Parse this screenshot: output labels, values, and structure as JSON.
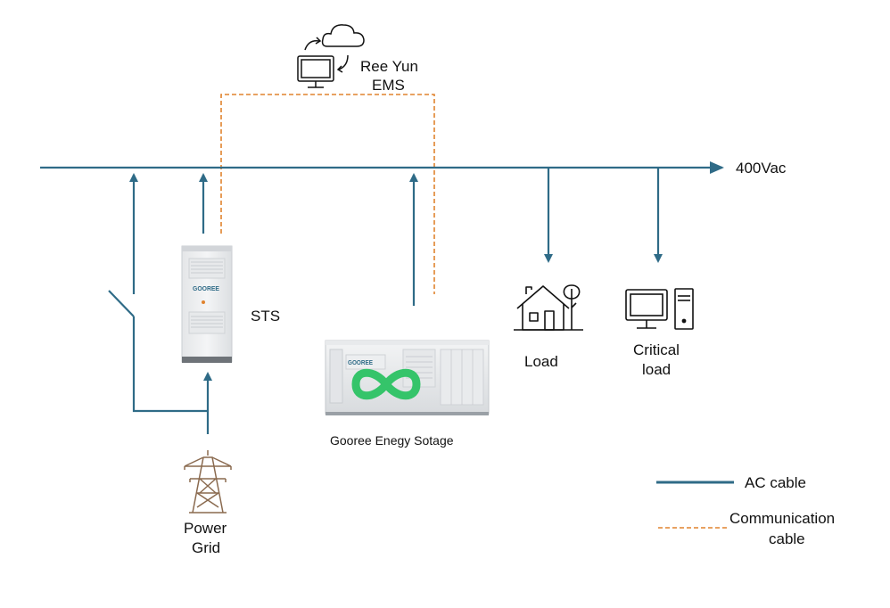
{
  "labels": {
    "ems_line1": "Ree Yun",
    "ems_line2": "EMS",
    "bus_voltage": "400Vac",
    "sts": "STS",
    "load": "Load",
    "critical_line1": "Critical",
    "critical_line2": "load",
    "storage": "Gooree Enegy Sotage",
    "grid_line1": "Power",
    "grid_line2": "Grid"
  },
  "legend": {
    "ac": "AC cable",
    "comm_line1": "Communication",
    "comm_line2": "cable"
  },
  "branding": {
    "sts_logo": "GOOREE",
    "container_logo": "GOOREE"
  },
  "colors": {
    "ac_cable": "#2f6b87",
    "communication_cable": "#e0832e",
    "tower": "#8a6a4f",
    "infinity": "#35c46a"
  }
}
